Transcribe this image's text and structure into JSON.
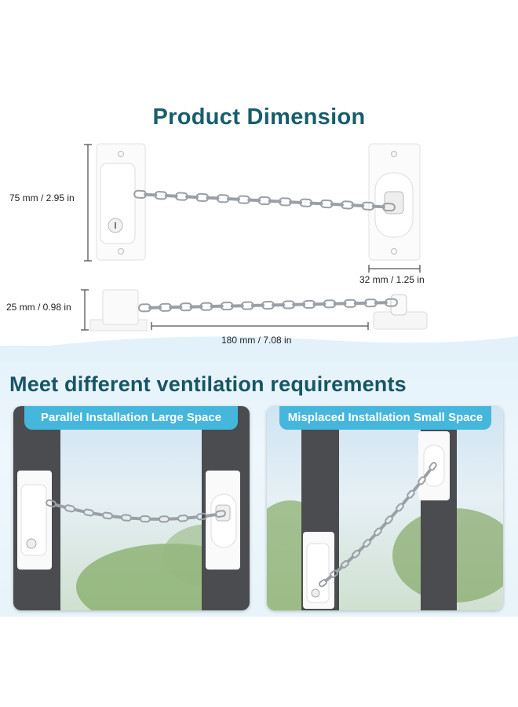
{
  "dimension_section": {
    "title": "Product Dimension",
    "height_label": "75 mm / 2.95 in",
    "width_label": "32 mm / 1.25 in",
    "depth_label": "25 mm / 0.98 in",
    "length_label": "180 mm / 7.08 in"
  },
  "ventilation_section": {
    "heading": "Meet different ventilation requirements",
    "panels": [
      {
        "label": "Parallel Installation Large Space"
      },
      {
        "label": "Misplaced Installation Small Space"
      }
    ]
  },
  "colors": {
    "title": "#175d6b",
    "label_bar": "#45b6dc",
    "frame": "#4a4c50",
    "chain": "#9aa0a6"
  }
}
